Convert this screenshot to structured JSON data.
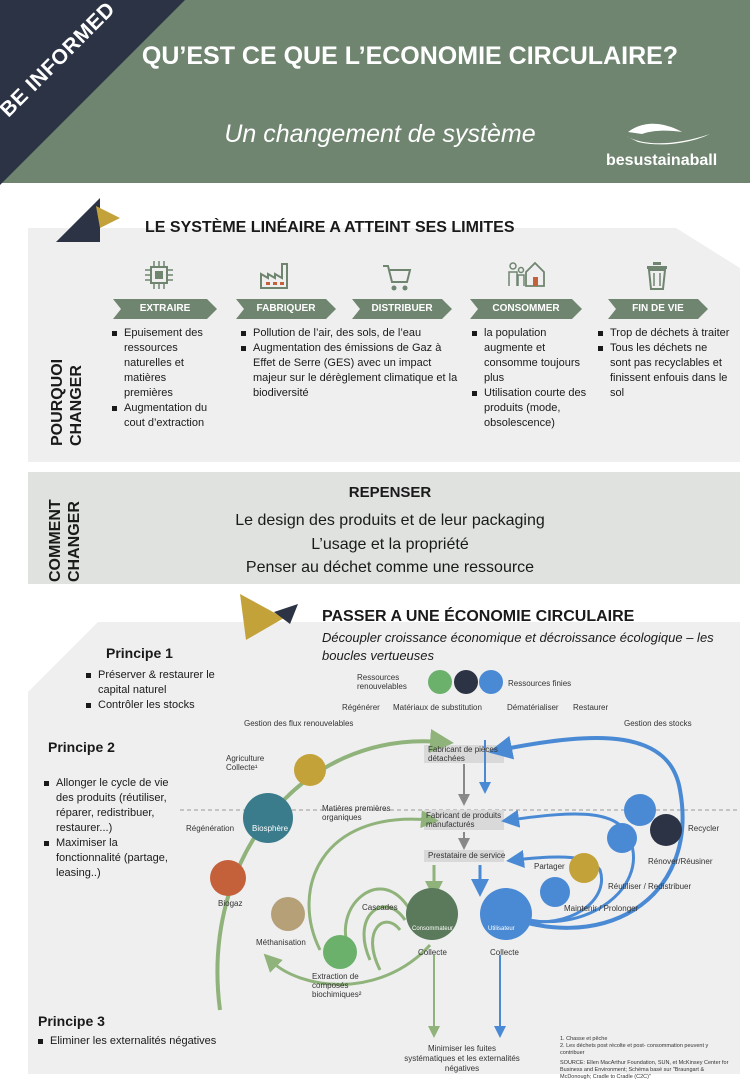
{
  "header": {
    "corner_label": "BE INFORMED",
    "title": "QU’EST CE QUE L’ECONOMIE CIRCULAIRE?",
    "subtitle": "Un changement de système",
    "logo": "besustainaball"
  },
  "linear": {
    "title": "LE SYSTÈME LINÉAIRE A ATTEINT SES LIMITES",
    "side_label_1": "POURQUOI",
    "side_label_2": "CHANGER",
    "steps": [
      {
        "label": "EXTRAIRE",
        "icon": "chip-icon",
        "bullets": [
          "Epuisement des ressources naturelles et matières premières",
          "Augmentation du cout d’extraction"
        ]
      },
      {
        "label": "FABRIQUER",
        "icon": "factory-icon",
        "bullets": [
          "Pollution de l’air, des sols, de l’eau",
          "Augmentation des émissions de Gaz à Effet de Serre (GES) avec un impact majeur sur le dérèglement climatique et la biodiversité"
        ]
      },
      {
        "label": "DISTRIBUER",
        "icon": "cart-icon",
        "bullets": []
      },
      {
        "label": "CONSOMMER",
        "icon": "family-house-icon",
        "bullets": [
          "la population augmente et consomme toujours plus",
          "Utilisation courte des produits (mode, obsolescence)"
        ]
      },
      {
        "label": "FIN DE VIE",
        "icon": "trash-icon",
        "bullets": [
          "Trop de déchets à traiter",
          "Tous les déchets ne sont pas recyclables et finissent enfouis dans le sol"
        ]
      }
    ]
  },
  "rethink": {
    "side_label_1": "COMMENT",
    "side_label_2": "CHANGER",
    "title": "REPENSER",
    "lines": [
      "Le design des produits et de leur packaging",
      "L’usage et la propriété",
      "Penser au déchet comme une ressource"
    ]
  },
  "circular": {
    "title": "PASSER A UNE ÉCONOMIE CIRCULAIRE",
    "subtitle": "Découpler croissance économique et décroissance écologique – les boucles vertueuses",
    "principles": [
      {
        "title": "Principe 1",
        "bullets": [
          "Préserver & restaurer le capital naturel",
          "Contrôler les stocks"
        ]
      },
      {
        "title": "Principe 2",
        "bullets": [
          "Allonger le cycle de vie des produits (réutiliser, réparer, redistribuer, restaurer...)",
          "Maximiser la fonctionnalité (partage, leasing..)"
        ]
      },
      {
        "title": "Principe 3",
        "bullets": [
          "Eliminer les externalités négatives"
        ]
      }
    ],
    "diagram": {
      "res_renew": "Ressources renouvelables",
      "res_finite": "Ressources finies",
      "top_row": [
        "Régénérer",
        "Matériaux de substitution",
        "Dématérialiser",
        "Restaurer"
      ],
      "flux_renew": "Gestion des flux renouvelables",
      "flux_stock": "Gestion des stocks",
      "agri": "Agriculture Collecte¹",
      "raw_bio": "Matières premières organiques",
      "regen": "Régénération",
      "biosphere": "Biosphère",
      "biogaz": "Biogaz",
      "methan": "Méthanisation",
      "extraction": "Extraction de composés biochimiques²",
      "cascades": "Cascades",
      "parts": "Fabricant de pièces détachées",
      "products": "Fabricant de produits manufacturés",
      "service": "Prestataire de service",
      "consumer": "Consommateur",
      "user": "Utilisateur",
      "collect1": "Collecte",
      "collect2": "Collecte",
      "share": "Partager",
      "maintain": "Maintenir / Prolonger",
      "reuse": "Réutiliser / Redistribuer",
      "renovate": "Rénover/Réusiner",
      "recycle": "Recycler",
      "leaks": "Minimiser les fuites systématiques et les externalités négatives",
      "notes": [
        "1. Chasse et pêche",
        "2. Les déchets post récolte et post- consommation peuvent y contribuer",
        "SOURCE: Ellen MacArthur Foundation, SUN, et McKinsey Center for Business and Environment; Schéma basé sur \"Braungart & McDonough; Cradle to Cradle (C2C)\""
      ]
    }
  }
}
